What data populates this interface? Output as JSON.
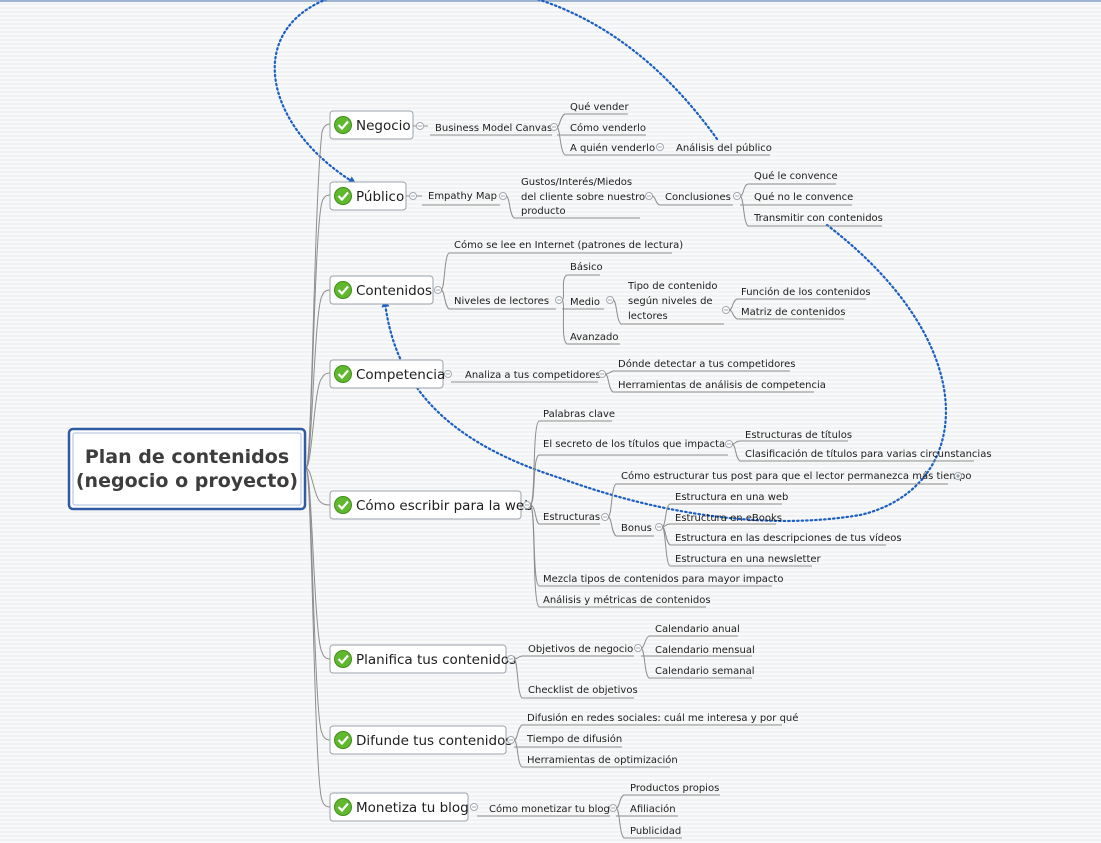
{
  "map_title": [
    "Plan de contenidos",
    "(negocio o proyecto)"
  ],
  "colors": {
    "central_border": "#2f5ba3",
    "check": "#5fb82d",
    "relationship": "#1a5fc4",
    "topic_border": "#9aa3ad"
  },
  "icons": {
    "topic_marker": "check-circle-icon",
    "collapse": "minus-circle-icon",
    "expand": "plus-circle-icon",
    "relationship_arrow": "arrow-head-icon"
  },
  "topics": [
    {
      "label": "Negocio",
      "items": [
        "Business Model Canvas",
        "Qué vender",
        "Cómo venderlo",
        "A quién venderlo",
        "Análisis del público"
      ]
    },
    {
      "label": "Público",
      "items": [
        "Empathy Map",
        "Gustos/Interés/Miedos",
        "del cliente sobre nuestro",
        "producto",
        "Conclusiones",
        "Qué le convence",
        "Qué no le convence",
        "Transmitir con contenidos"
      ]
    },
    {
      "label": "Contenidos",
      "items": [
        "Cómo se lee en Internet (patrones de lectura)",
        "Niveles de lectores",
        "Básico",
        "Medio",
        "Avanzado",
        "Tipo de contenido",
        "según niveles de",
        "lectores",
        "Función de los contenidos",
        "Matriz de contenidos"
      ]
    },
    {
      "label": "Competencia",
      "items": [
        "Analiza a tus competidores",
        "Dónde detectar a tus competidores",
        "Herramientas de análisis de competencia"
      ]
    },
    {
      "label": "Cómo escribir para la web",
      "items": [
        "Palabras clave",
        "El secreto de los títulos que impactan",
        "Estructuras de títulos",
        "Clasificación de títulos para varias circunstancias",
        "Cómo estructurar tus post para que el lector permanezca más tiempo",
        "Estructuras",
        "Bonus",
        "Estructura en una web",
        "Estructura en eBooks",
        "Estructura en las descripciones de tus vídeos",
        "Estructura en una newsletter",
        "Mezcla tipos de contenidos para mayor impacto",
        "Análisis y métricas de contenidos"
      ]
    },
    {
      "label": "Planifica tus contenidos",
      "items": [
        "Objetivos de negocio",
        "Calendario anual",
        "Calendario mensual",
        "Calendario semanal",
        "Checklist de objetivos"
      ]
    },
    {
      "label": "Difunde tus contenidos",
      "items": [
        "Difusión en redes sociales: cuál me interesa y por qué",
        "Tiempo de difusión",
        "Herramientas de optimización"
      ]
    },
    {
      "label": "Monetiza tu blog",
      "items": [
        "Cómo monetizar tu blog",
        "Productos propios",
        "Afiliación",
        "Publicidad"
      ]
    }
  ]
}
